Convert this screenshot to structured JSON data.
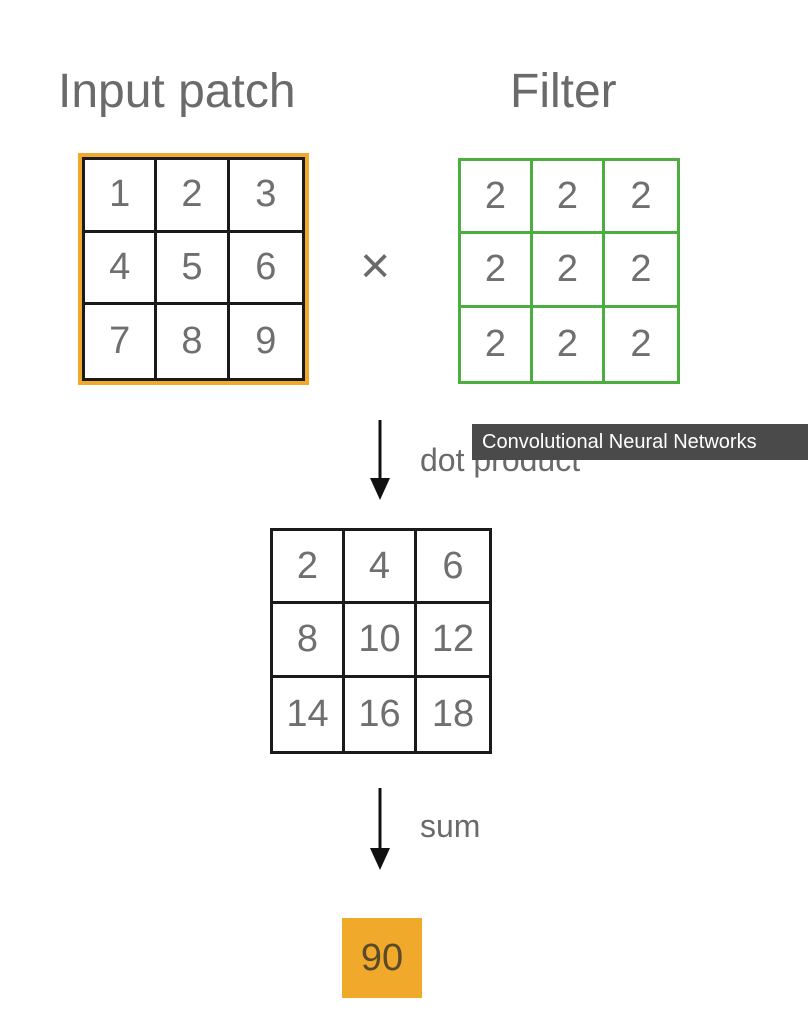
{
  "titles": {
    "input_patch": "Input patch",
    "filter": "Filter"
  },
  "operator": "×",
  "input_patch": [
    "1",
    "2",
    "3",
    "4",
    "5",
    "6",
    "7",
    "8",
    "9"
  ],
  "filter": [
    "2",
    "2",
    "2",
    "2",
    "2",
    "2",
    "2",
    "2",
    "2"
  ],
  "product": [
    "2",
    "4",
    "6",
    "8",
    "10",
    "12",
    "14",
    "16",
    "18"
  ],
  "captions": {
    "dot_product": "dot product",
    "sum": "sum"
  },
  "result": "90",
  "tooltip": "Convolutional Neural Networks",
  "colors": {
    "highlight": "#f0a92a",
    "filter": "#4cae3f",
    "grid": "#1a1a1a",
    "text": "#6a6a6a"
  }
}
